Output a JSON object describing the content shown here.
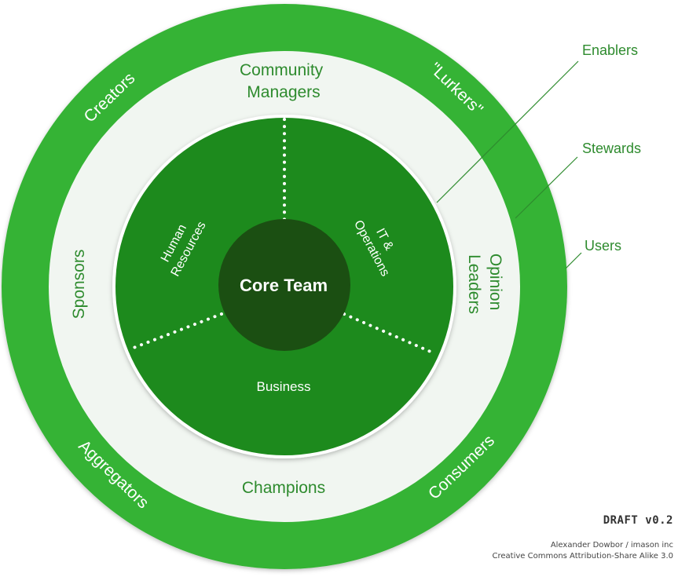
{
  "colors": {
    "outer_ring": "#36b336",
    "middle_ring": "#f1f6f1",
    "inner_circle": "#1d8a1d",
    "core": "#1b4f12",
    "text_green": "#2e8b2e",
    "callout_line": "#2e8b2e"
  },
  "core": {
    "label": "Core Team"
  },
  "inner_sections": {
    "human_resources": [
      "Human",
      "Resources"
    ],
    "it_operations": [
      "IT &",
      "Operations"
    ],
    "business": "Business"
  },
  "middle_ring": {
    "community_managers": [
      "Community",
      "Managers"
    ],
    "sponsors": "Sponsors",
    "opinion_leaders": [
      "Opinion",
      "Leaders"
    ],
    "champions": "Champions"
  },
  "outer_ring": {
    "creators": "Creators",
    "lurkers": "\"Lurkers\"",
    "aggregators": "Aggregators",
    "consumers": "Consumers"
  },
  "callouts": {
    "enablers": "Enablers",
    "stewards": "Stewards",
    "users": "Users"
  },
  "footer": {
    "draft": "DRAFT v0.2",
    "author": "Alexander Dowbor / imason inc",
    "license": "Creative Commons Attribution-Share Alike 3.0"
  }
}
